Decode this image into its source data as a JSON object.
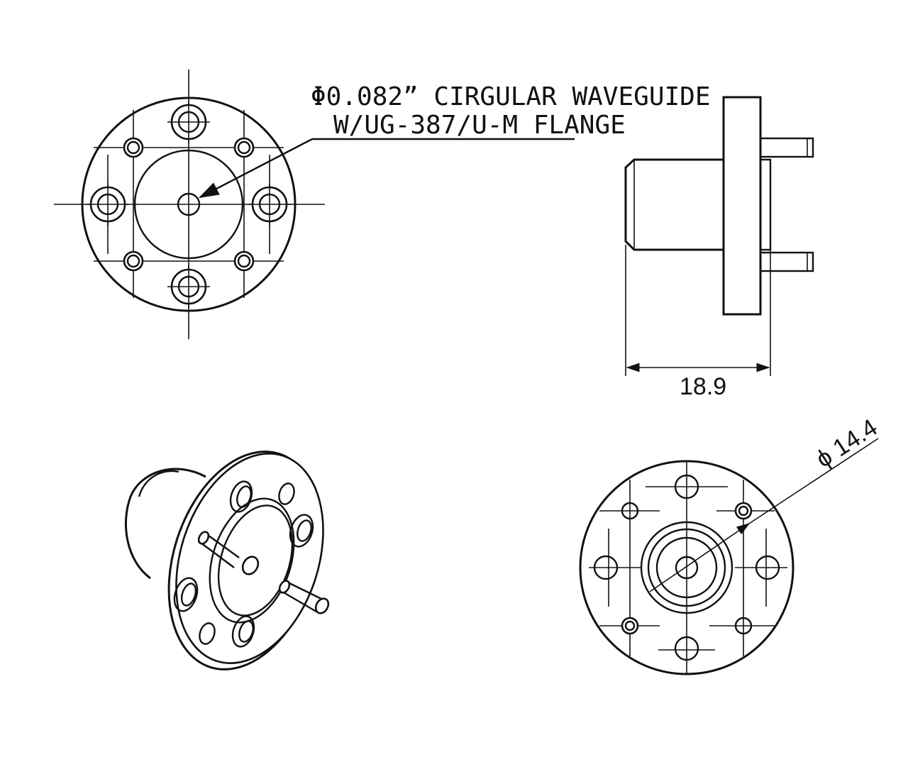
{
  "callout": {
    "line1": "Φ0.082” CIRGULAR WAVEGUIDE",
    "line2": "W/UG-387/U-M FLANGE"
  },
  "dimensions": {
    "length": "18.9",
    "diameter": "ϕ 14.4"
  },
  "colors": {
    "line": "#111111",
    "background": "#ffffff"
  }
}
